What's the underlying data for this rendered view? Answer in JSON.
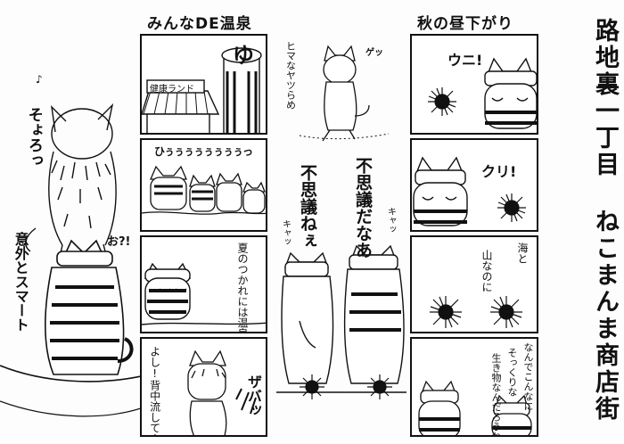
{
  "series_title": [
    "路地裏一丁目",
    "ねこまんま商店街"
  ],
  "left_scene": {
    "sfx_small": "♪",
    "sound": "そょろっ",
    "reaction": "お?!",
    "caption": "意外とスマート"
  },
  "strip_onsen": {
    "title": "みんなDE温泉",
    "panel1": {
      "bath_sign": "ゆ",
      "shop_sign": "健康ランド"
    },
    "panel2": {
      "sigh": "ひぅぅぅぅぅぅぅぅっ"
    },
    "panel3": {
      "line": "夏のつかれには温泉だなあ〜"
    },
    "panel4": {
      "line1": "よし!背中流してやるぜ",
      "sfx": "ザバッ"
    }
  },
  "middle_scene": {
    "gets": "ゲッ",
    "remark": "ヒマなヤツらめ",
    "line_left": "不思議ねぇ",
    "line_right": "不思議だなあ",
    "kya1": "キャッ",
    "kya2": "キャッ"
  },
  "strip_autumn": {
    "title": "秋の昼下がり",
    "panel1": {
      "line": "ウニ!"
    },
    "panel2": {
      "line": "クリ!"
    },
    "panel3": {
      "line1": "海と",
      "line2": "山なのに"
    },
    "panel4": {
      "line1": "なんでこんなに",
      "line2": "そっくりな",
      "line3": "生き物なんだろうね"
    }
  }
}
